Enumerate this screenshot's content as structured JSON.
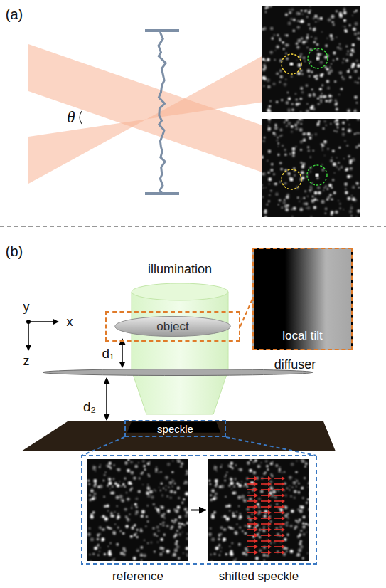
{
  "diagram": {
    "nodes": [
      {
        "text": [
          "object"
        ]
      },
      {
        "text": [
          "local tilt"
        ]
      },
      {
        "text": [
          "speckle"
        ]
      },
      {
        "text": [
          "reference"
        ]
      },
      {
        "text": [
          "shifted speckle"
        ]
      }
    ],
    "edges": [
      {
        "from": 0,
        "to": 1,
        "arrow": "none"
      },
      {
        "from": 2,
        "to": 3,
        "arrow": "none"
      },
      {
        "from": 2,
        "to": 4,
        "arrow": "none"
      },
      {
        "from": 3,
        "to": 4,
        "arrow": "to"
      }
    ],
    "labels": [
      "(a)",
      "θ",
      "(b)",
      "illumination",
      "y",
      "x",
      "z",
      "d₁",
      "diffuser",
      "d₂"
    ]
  }
}
